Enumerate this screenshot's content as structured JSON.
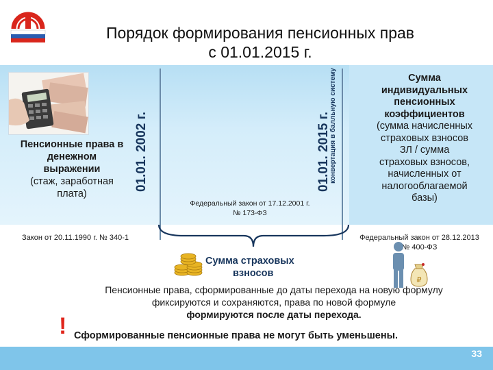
{
  "title": {
    "line1": "Порядок формирования пенсионных прав",
    "line2": "с 01.01.2015 г."
  },
  "left": {
    "line1": "Пенсионные права в",
    "line2": "денежном",
    "line3": "выражении",
    "line4": "(стаж, заработная",
    "line5": "плата)"
  },
  "dates": {
    "d2002": "01.01. 2002 г.",
    "d2015": "01.01. 2015 г.",
    "conversion": "конвертация в балльную систему"
  },
  "laws": {
    "left": "Закон от  20.11.1990 г. № 340-1",
    "middle_line1": "Федеральный закон от  17.12.2001 г.",
    "middle_line2": "№ 173-ФЗ",
    "right_line1": "Федеральный закон от  28.12.2013",
    "right_line2": "№ 400-ФЗ"
  },
  "right": {
    "line1": "Сумма",
    "line2": "индивидуальных",
    "line3": "пенсионных",
    "line4": "коэффициентов",
    "line5": "(сумма начисленных",
    "line6": "страховых взносов",
    "line7": "ЗЛ / сумма",
    "line8": "страховых взносов,",
    "line9": "начисленных от",
    "line10": "налогооблагаемой",
    "line11": "базы)"
  },
  "insurance": {
    "line1": "Сумма страховых",
    "line2": "взносов"
  },
  "rights": {
    "line1": "Пенсионные права, сформированные до даты перехода на новую формулу",
    "line2": "фиксируются и сохраняются, права по новой формуле",
    "line3": "формируются после даты перехода."
  },
  "warning": {
    "mark": "!",
    "text": "Сформированные пенсионные права не могут быть уменьшены."
  },
  "page_number": "33",
  "colors": {
    "band": "#c6e6f7",
    "accent_blue": "#17355c",
    "footer": "#7fc5ea",
    "exclamation": "#e0251b",
    "coins": "#e8b423"
  }
}
